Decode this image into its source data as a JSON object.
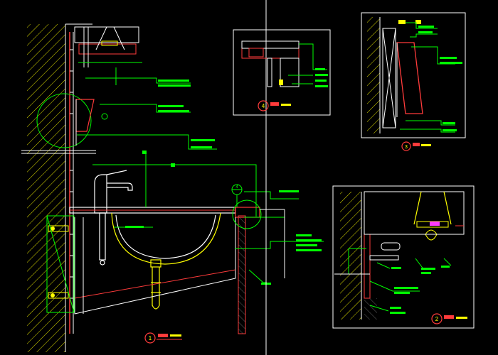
{
  "colors": {
    "background": "#000000",
    "outline": "#ffffff",
    "leader": "#00ff00",
    "wall_hatch": "#dddd00",
    "accent_red": "#ff3b3b",
    "accent_magenta": "#ff3bff",
    "trim_red": "#c80000",
    "tag": "#ffff00",
    "wood": "#a86020"
  },
  "drawing": {
    "icons": [
      "cad-wall-hatch",
      "section-marker",
      "detail-callout-circle",
      "faucet",
      "washbasin",
      "drain-pipe",
      "anchor-bolt"
    ]
  },
  "details": {
    "d1": {
      "number": "1"
    },
    "d2": {
      "number": "2"
    },
    "d3": {
      "number": "3"
    },
    "d4": {
      "number": "4"
    }
  },
  "section_marker": {
    "number": "4"
  }
}
